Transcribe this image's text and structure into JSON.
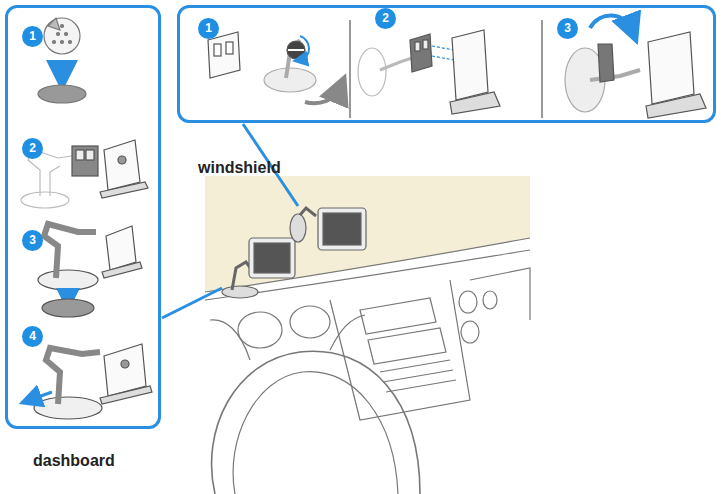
{
  "diagram": {
    "nodes": [
      {
        "text": [
          "dashboard"
        ]
      },
      {
        "text": [
          "windshield"
        ]
      }
    ],
    "labels": [
      "1",
      "2",
      "3",
      "4",
      "1",
      "2",
      "3"
    ]
  }
}
